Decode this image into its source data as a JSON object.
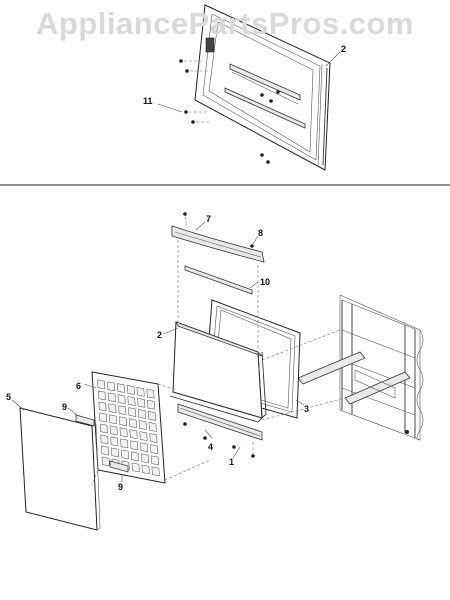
{
  "watermark": "AppliancePartsPros.com",
  "callouts": {
    "upper_door": "2",
    "upper_screws": "11",
    "pan_front": "5",
    "insulation": "6",
    "clip_upper": "9",
    "clip_lower": "9",
    "handle": "7",
    "handle_screw": "8",
    "trim": "10",
    "inner_door": "2",
    "gasket": "3",
    "bracket": "4",
    "bracket_screw": "1"
  }
}
